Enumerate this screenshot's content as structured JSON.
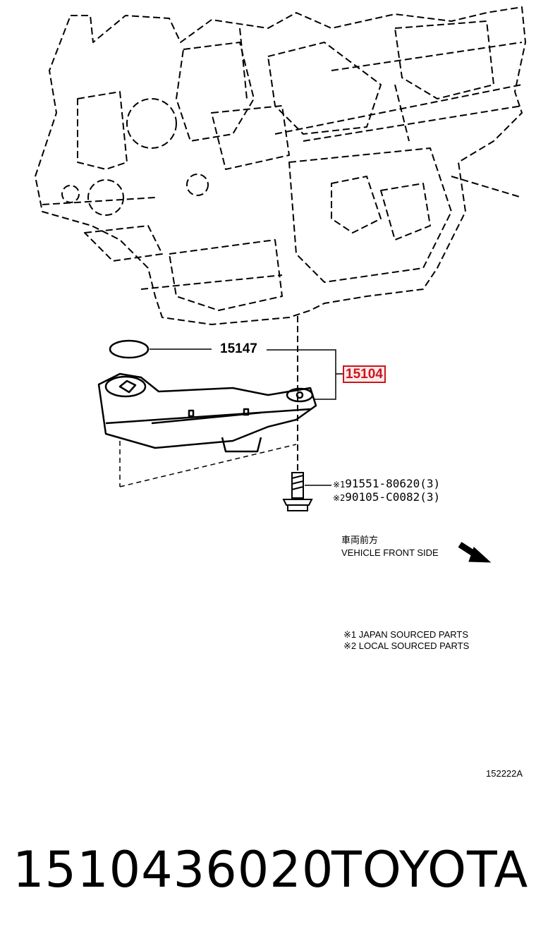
{
  "callouts": {
    "oring": "15147",
    "strainer": "15104"
  },
  "bolt_parts": [
    {
      "mark": "※1",
      "number": "91551-80620(3)"
    },
    {
      "mark": "※2",
      "number": "90105-C0082(3)"
    }
  ],
  "front_label": {
    "japanese": "車両前方",
    "english": "VEHICLE FRONT SIDE"
  },
  "notes": [
    "※1 JAPAN SOURCED PARTS",
    "※2 LOCAL SOURCED PARTS"
  ],
  "figure_code": "152222A",
  "footer": {
    "part_number": "1510436020",
    "brand": "TOYOTA"
  },
  "colors": {
    "highlight": "#c8171d",
    "line": "#000000"
  }
}
